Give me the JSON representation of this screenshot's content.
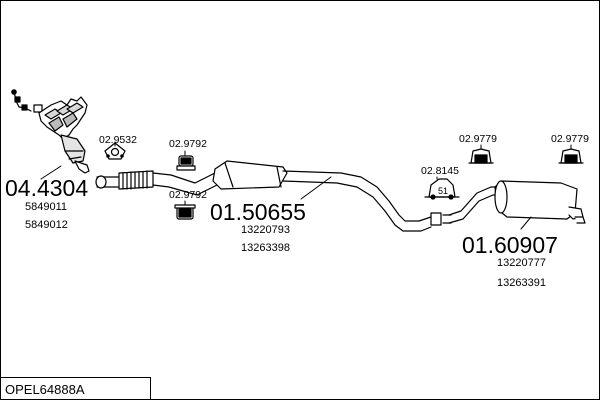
{
  "catalog_ref": "OPEL64888A",
  "parts": [
    {
      "number": "04.4304",
      "oem": [
        "5849011",
        "5849012"
      ]
    },
    {
      "number": "01.50655",
      "oem": [
        "13220793",
        "13263398"
      ]
    },
    {
      "number": "01.60907",
      "oem": [
        "13220777",
        "13263391"
      ]
    }
  ],
  "small_parts": [
    "02.9532",
    "02.9792",
    "02.9792",
    "02.8145",
    "02.9779",
    "02.9779"
  ],
  "clamp_label": "51"
}
